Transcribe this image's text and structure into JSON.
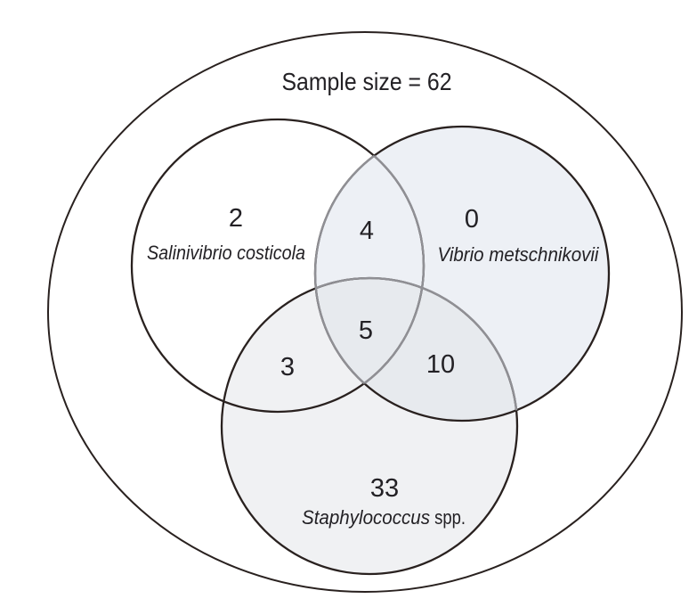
{
  "title": "Sample size = 62",
  "sample_size": "62",
  "venn": {
    "sets": [
      {
        "name": "Salinivibrio costicola",
        "exclusive_count": "2"
      },
      {
        "name": "Vibrio metschnikovii",
        "exclusive_count": "0"
      },
      {
        "name": "Staphylococcus spp.",
        "name_italic": "Staphylococcus",
        "name_suffix": " spp.",
        "exclusive_count": "33"
      }
    ],
    "overlaps": {
      "salinivibrio_vibrio": "4",
      "salinivibrio_staphylococcus": "3",
      "vibrio_staphylococcus": "10",
      "all_three": "5"
    }
  },
  "colors": {
    "ink": "#29211f",
    "muted_arc": "#909095",
    "vibrio_fill": "#dee4ed",
    "staphylococcus_fill": "#e1e3e7",
    "background": "#ffffff"
  }
}
